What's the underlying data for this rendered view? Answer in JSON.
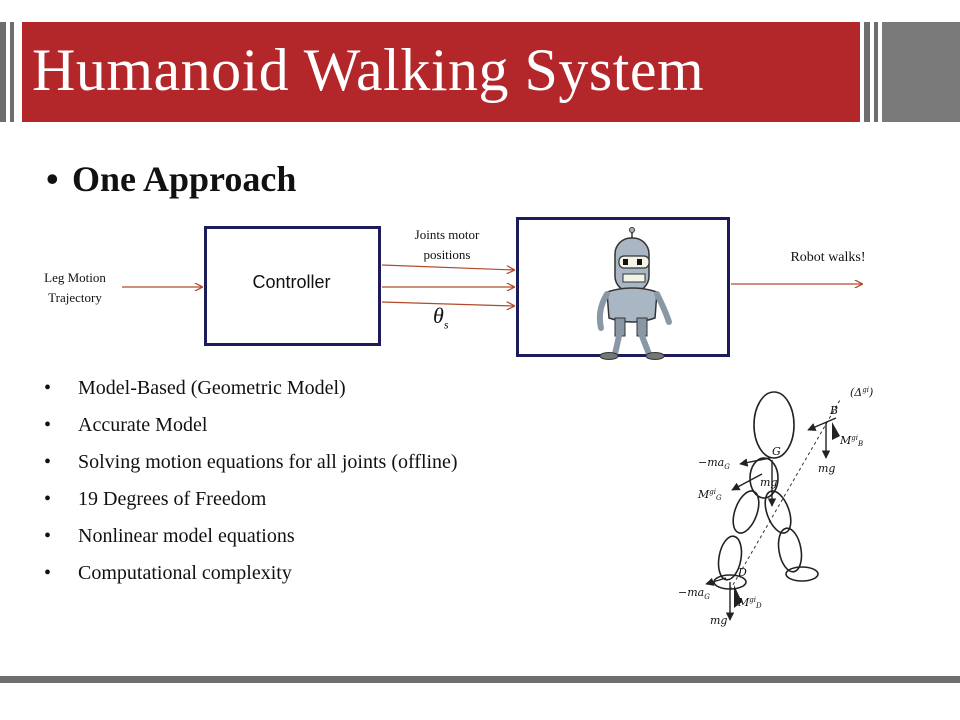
{
  "slide": {
    "title": "Humanoid Walking System",
    "subtitle": "One Approach",
    "bullet_char": "•"
  },
  "diagram": {
    "input_label_line1": "Leg Motion",
    "input_label_line2": "Trajectory",
    "controller_label": "Controller",
    "joints_label_line1": "Joints motor",
    "joints_label_line2": "positions",
    "theta_symbol": "θ",
    "theta_subscript": "s",
    "output_label": "Robot walks!",
    "arrow_color": "#b04a2c",
    "box_border_color": "#1c1c5a"
  },
  "bullets": [
    "Model-Based (Geometric Model)",
    "Accurate Model",
    "Solving motion equations for all joints (offline)",
    "19 Degrees of Freedom",
    "Nonlinear model equations",
    "Computational complexity"
  ],
  "figure_labels": {
    "delta": "(Δ",
    "delta_sup": "gi",
    "delta_close": ")",
    "B": "B",
    "G": "G",
    "D": "D",
    "mg": "mg",
    "ma": "−ma",
    "ma_sub": "G",
    "M": "M",
    "M_sup": "gi",
    "M_sub_B": "B",
    "M_sub_G": "G",
    "M_sub_D": "D"
  },
  "colors": {
    "title_band": "#b3272b",
    "stripe": "#6e6e6e"
  }
}
